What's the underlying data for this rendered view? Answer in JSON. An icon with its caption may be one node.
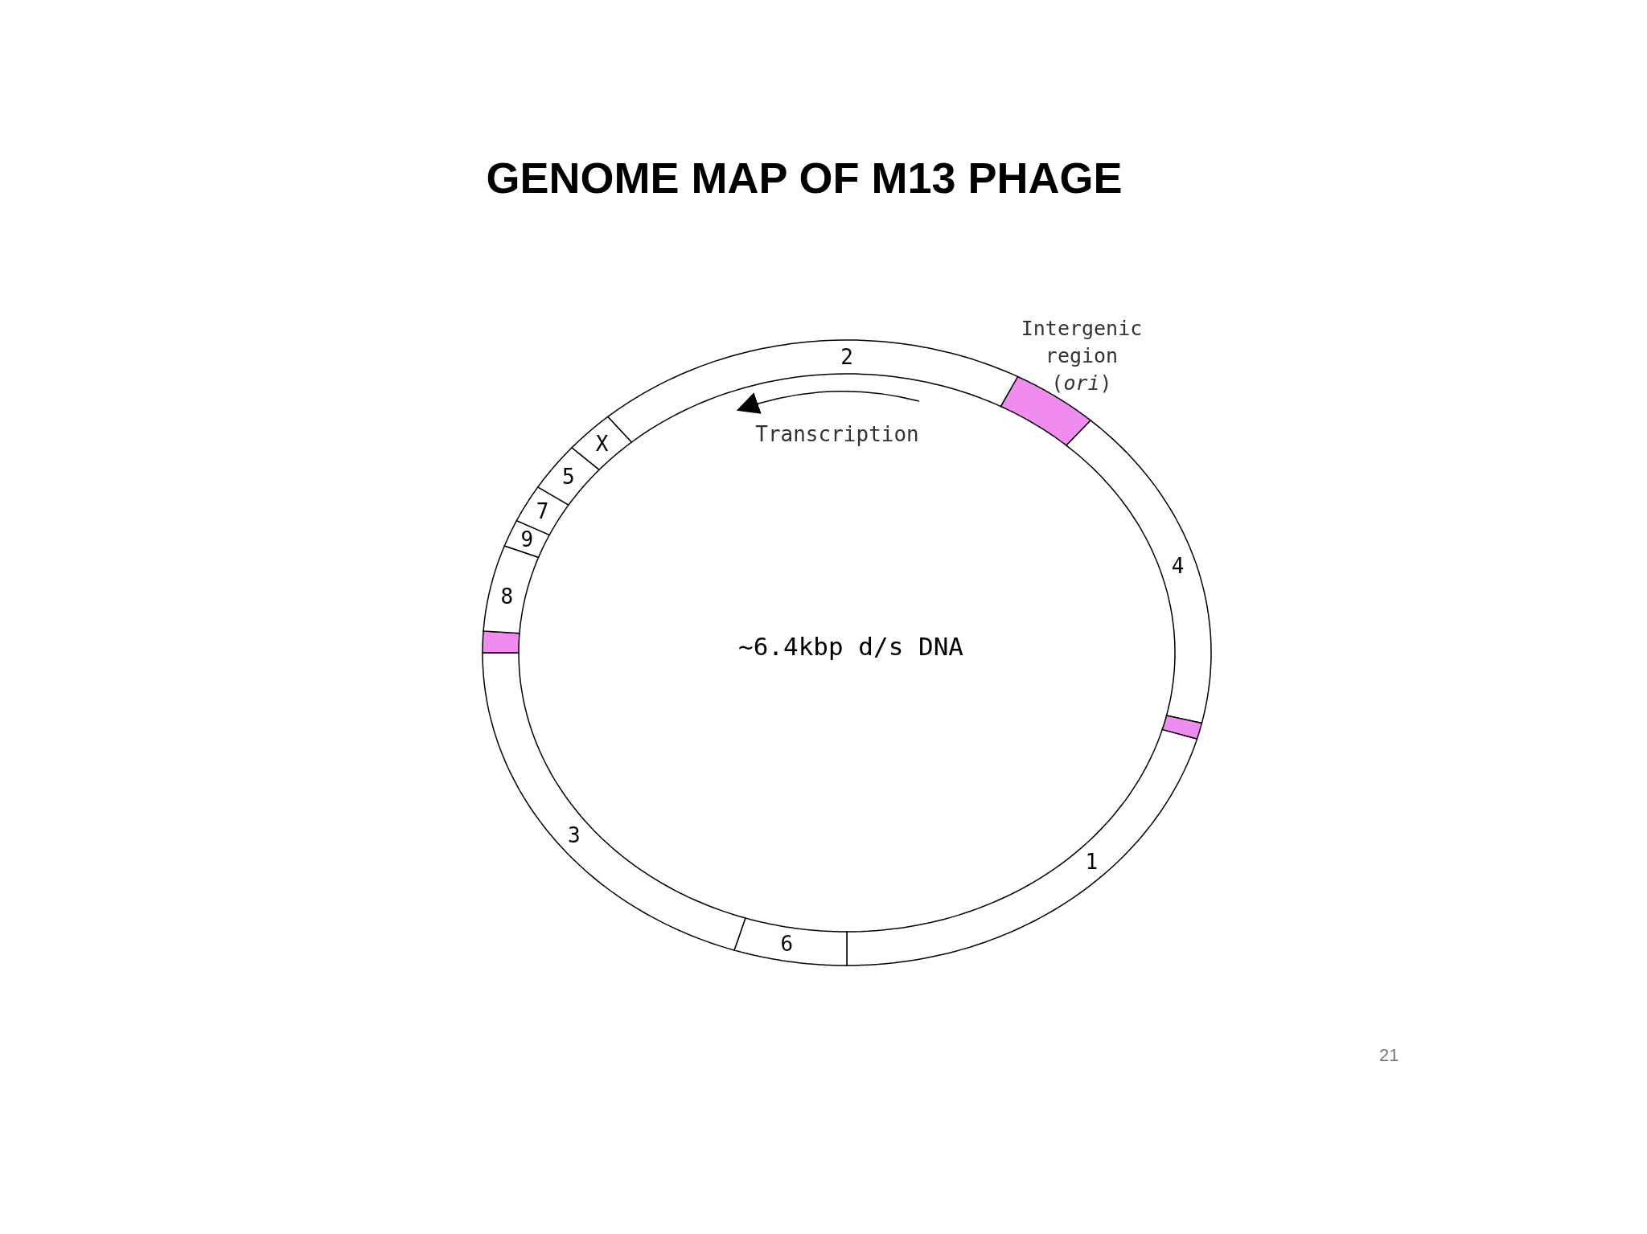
{
  "diagram": {
    "title": "GENOME MAP OF M13 PHAGE",
    "nodes": [
      {
        "text": [
          "2"
        ]
      },
      {
        "text": [
          "Intergenic region (*ori*)"
        ]
      },
      {
        "text": [
          "4"
        ]
      },
      {
        "text": [],
        "shape": "bar"
      },
      {
        "text": [
          "1"
        ]
      },
      {
        "text": [
          "6"
        ]
      },
      {
        "text": [
          "3"
        ]
      },
      {
        "text": [],
        "shape": "bar"
      },
      {
        "text": [
          "8"
        ]
      },
      {
        "text": [
          "9"
        ]
      },
      {
        "text": [
          "7"
        ]
      },
      {
        "text": [
          "5"
        ]
      },
      {
        "text": [
          "X"
        ]
      }
    ],
    "edges": [],
    "labels": [
      "Transcription",
      "~6.4kbp d/s DNA",
      "21"
    ]
  }
}
